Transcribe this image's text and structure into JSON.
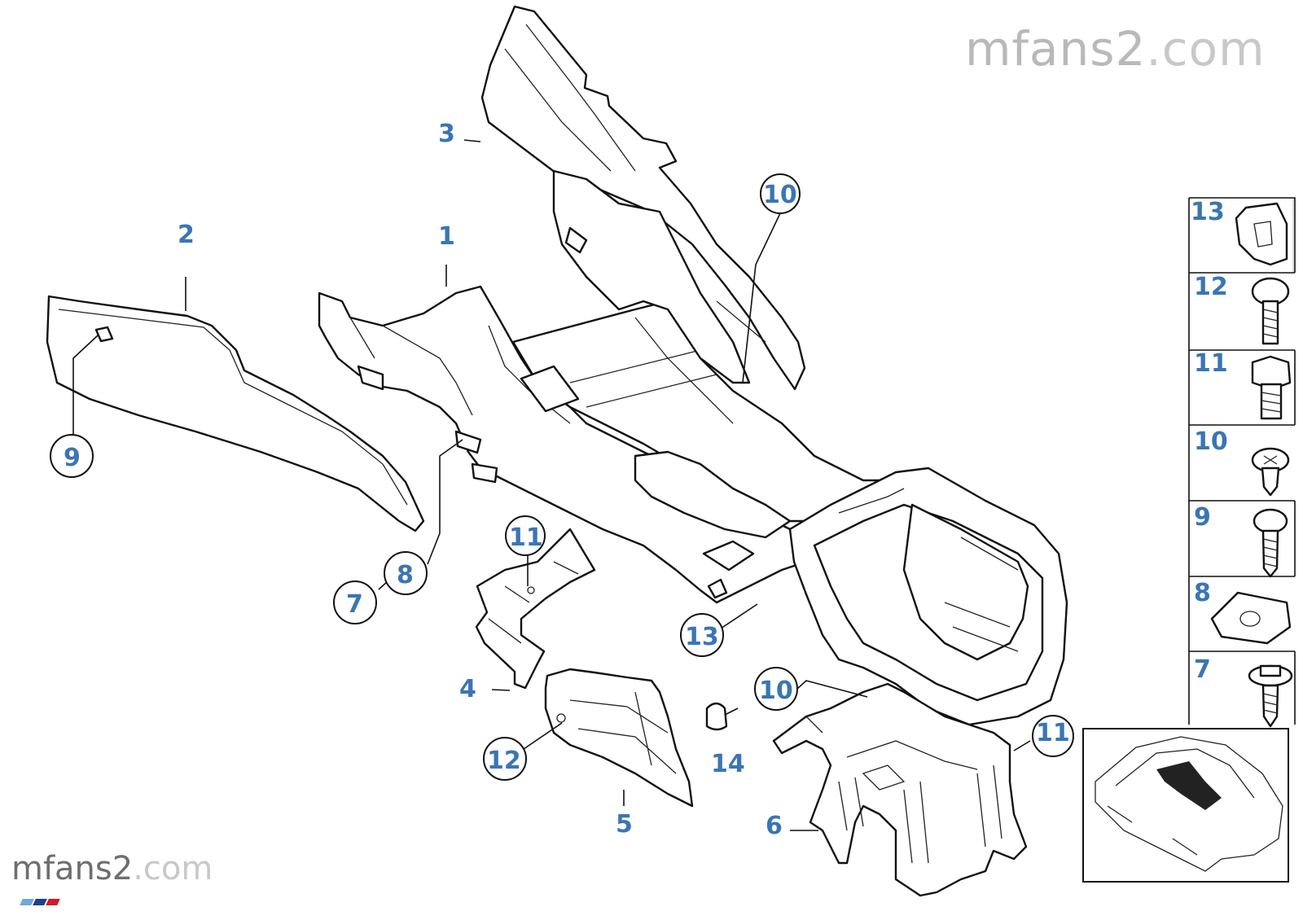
{
  "watermark": {
    "top": "mfans2",
    "top_suffix": ".com",
    "bottom": "mfans2",
    "bottom_suffix": ".com"
  },
  "callouts": [
    "1",
    "2",
    "3",
    "4",
    "5",
    "6",
    "7",
    "8",
    "9",
    "10",
    "10",
    "11",
    "11",
    "12",
    "13",
    "14"
  ],
  "labels": {
    "c1": "1",
    "c2": "2",
    "c3": "3",
    "c4": "4",
    "c5": "5",
    "c6": "6",
    "c7": "7",
    "c8": "8",
    "c9": "9",
    "c10a": "10",
    "c10b": "10",
    "c11a": "11",
    "c11b": "11",
    "c12": "12",
    "c13": "13",
    "c14": "14"
  },
  "hardware_panel": [
    {
      "num": "13",
      "icon": "clip-nut-icon"
    },
    {
      "num": "12",
      "icon": "screw-icon"
    },
    {
      "num": "11",
      "icon": "hex-bolt-icon"
    },
    {
      "num": "10",
      "icon": "sheet-metal-screw-icon"
    },
    {
      "num": "9",
      "icon": "tapping-screw-icon"
    },
    {
      "num": "8",
      "icon": "spring-nut-icon"
    },
    {
      "num": "7",
      "icon": "flange-screw-icon"
    }
  ],
  "brand_colors": {
    "callout": "#3a75b5",
    "m_stripe_1": "#6fa8dc",
    "m_stripe_2": "#1f3f8f",
    "m_stripe_3": "#d01c24"
  }
}
